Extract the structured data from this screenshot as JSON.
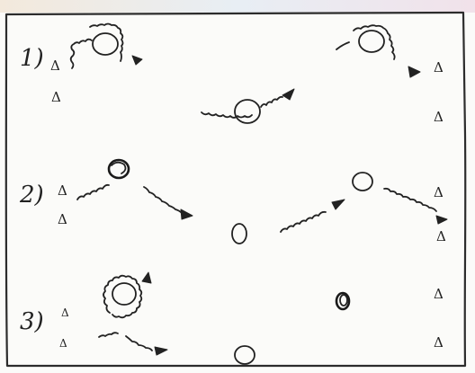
{
  "rows": [
    {
      "number_label": "1)",
      "triangles": [
        {
          "label": "Δ"
        },
        {
          "label": "Δ"
        }
      ],
      "right_triangles": [
        {
          "label": "Δ"
        },
        {
          "label": "Δ"
        }
      ]
    },
    {
      "number_label": "2)",
      "triangles": [
        {
          "label": "Δ"
        },
        {
          "label": "Δ"
        }
      ],
      "right_triangles": [
        {
          "label": "Δ"
        },
        {
          "label": "Δ"
        }
      ]
    },
    {
      "number_label": "3)",
      "triangles": [
        {
          "label": "Δ"
        },
        {
          "label": "Δ"
        }
      ],
      "right_triangles": [
        {
          "label": "Δ"
        },
        {
          "label": "Δ"
        }
      ]
    }
  ],
  "colors": {
    "ink": "#222222",
    "paper": "#fbfbf9"
  }
}
